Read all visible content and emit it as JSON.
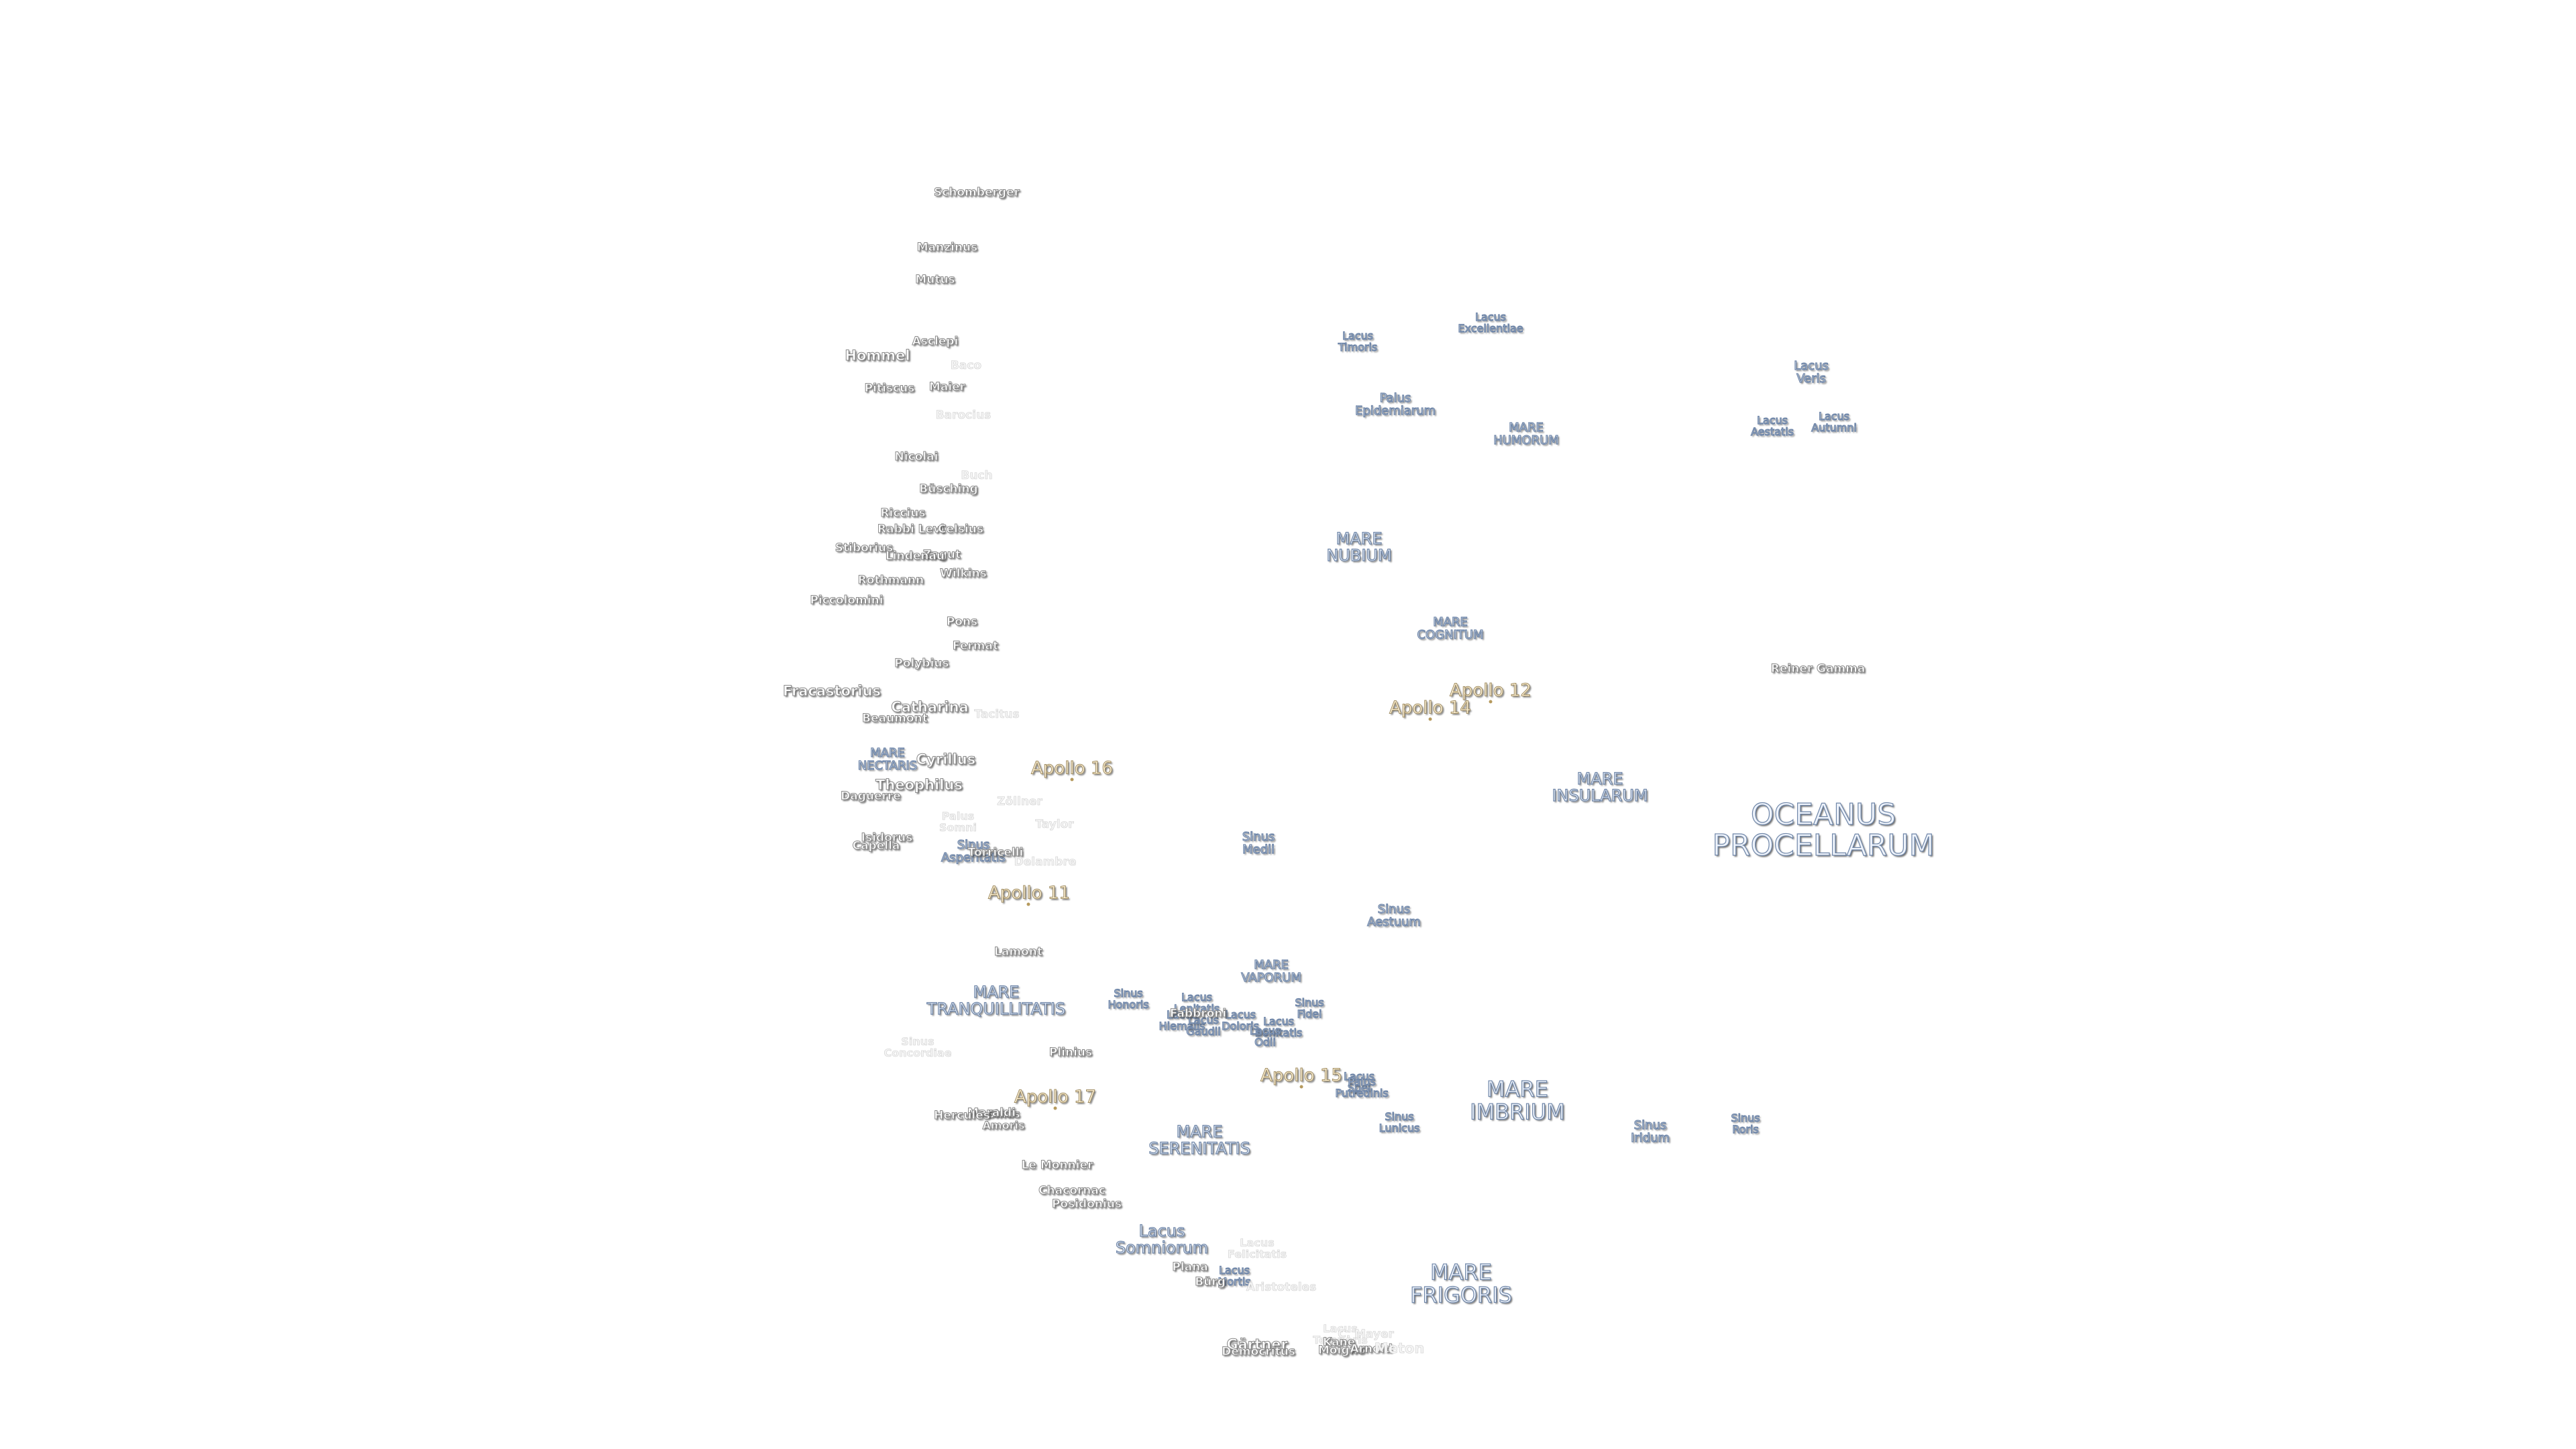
{
  "seas": {
    "oceanus_procellarum": "OCEANUS\nPROCELLARUM",
    "mare_frigoris": "MARE\nFRIGORIS",
    "mare_imbrium": "MARE\nIMBRIUM",
    "mare_serenitatis": "MARE\nSERENITATIS",
    "mare_tranquillitatis": "MARE\nTRANQUILLITATIS",
    "mare_nubium": "MARE\nNUBIUM",
    "mare_insularum": "MARE\nINSULARUM",
    "mare_humorum": "MARE\nHUMORUM",
    "mare_cognitum": "MARE\nCOGNITUM",
    "mare_vaporum": "MARE\nVAPORUM",
    "mare_nectaris": "MARE\nNECTARIS"
  },
  "lakes_bays": {
    "lacus_somniorum": "Lacus\nSomniorum",
    "lacus_mortis": "Lacus\nMortis",
    "lacus_veris": "Lacus\nVeris",
    "lacus_autumni": "Lacus\nAutumni",
    "lacus_aestatis": "Lacus\nAestatis",
    "lacus_excellentiae": "Lacus\nExcellentiae",
    "lacus_timoris": "Lacus\nTimoris",
    "palus_epidemiarum": "Palus\nEpidemiarum",
    "sinus_medii": "Sinus\nMedii",
    "sinus_aestuum": "Sinus\nAestuum",
    "sinus_iridum": "Sinus\nIridum",
    "sinus_roris": "Sinus\nRoris",
    "sinus_lunicus": "Sinus\nLunicus",
    "sinus_honoris": "Sinus\nHonoris",
    "sinus_fidei": "Sinus\nFidei",
    "sinus_asperitatis": "Sinus\nAsperitatis",
    "sinus_amoris": "Sinus\nAmoris",
    "sinus_concordiae": "Sinus\nConcordiae",
    "lacus_doloris": "Lacus\nDoloris",
    "lacus_hiemalis": "Lacus\nHiemalis",
    "lacus_lenitatis": "Lacus\nLenitatis",
    "lacus_gaudii": "Lacus\nGaudii",
    "lacus_bonitatis": "Lacus\nBonitatis",
    "lacus_odii": "Lacus\nOdii",
    "lacus_spei": "Lacus\nSpei",
    "lacus_temporis": "Lacus\nTemporis",
    "lacus_felicitatis": "Lacus\nFelicitatis",
    "palus_putredinis": "Palus\nPutredinis",
    "palus_somni": "Palus\nSomni"
  },
  "apollo": {
    "a11": "Apollo 11",
    "a12": "Apollo 12",
    "a14": "Apollo 14",
    "a15": "Apollo 15",
    "a16": "Apollo 16",
    "a17": "Apollo 17"
  },
  "craters": {
    "schomberger": "Schomberger",
    "manzinus": "Manzinus",
    "mutus": "Mutus",
    "asclepi": "Asclepi",
    "hommel": "Hommel",
    "baco": "Baco",
    "pitiscus": "Pitiscus",
    "maier": "Maier",
    "barocius": "Barocius",
    "nicolai": "Nicolai",
    "buch": "Buch",
    "busching": "Büsching",
    "riccius": "Riccius",
    "rabbi_levi": "Rabbi Levi",
    "zagut": "Zagut",
    "celsius": "Celsius",
    "stiborius": "Stiborius",
    "lindenau": "Lindenau",
    "rothmann": "Rothmann",
    "wilkins": "Wilkins",
    "piccolomini": "Piccolomini",
    "pons": "Pons",
    "fermat": "Fermat",
    "polybius": "Polybius",
    "fracastorius": "Fracastorius",
    "catharina": "Catharina",
    "beaumont": "Beaumont",
    "tacitus": "Tacitus",
    "cyrillus": "Cyrillus",
    "theophilus": "Theophilus",
    "daguerre": "Daguerre",
    "zollner": "Zöllner",
    "isidorus": "Isidorus",
    "capella": "Capella",
    "torricelli": "Torricelli",
    "delambre": "Delambre",
    "taylor": "Taylor",
    "lamont": "Lamont",
    "plinius": "Plinius",
    "maraldi": "Maraldi",
    "le_monnier": "Le Monnier",
    "chacornac": "Chacornac",
    "posidonius": "Posidonius",
    "plana": "Plana",
    "burg": "Bürg",
    "aristoteles": "Aristoteles",
    "gartner": "Gärtner",
    "democritus": "Democritus",
    "kane": "Kane",
    "moigno": "Moigno",
    "c_mayer": "C. Mayer",
    "arnold": "Arnold",
    "meton": "Meton",
    "reiner_gamma": "Reiner Gamma",
    "hercules": "Hercules",
    "fabbroni": "Fabbroni"
  }
}
